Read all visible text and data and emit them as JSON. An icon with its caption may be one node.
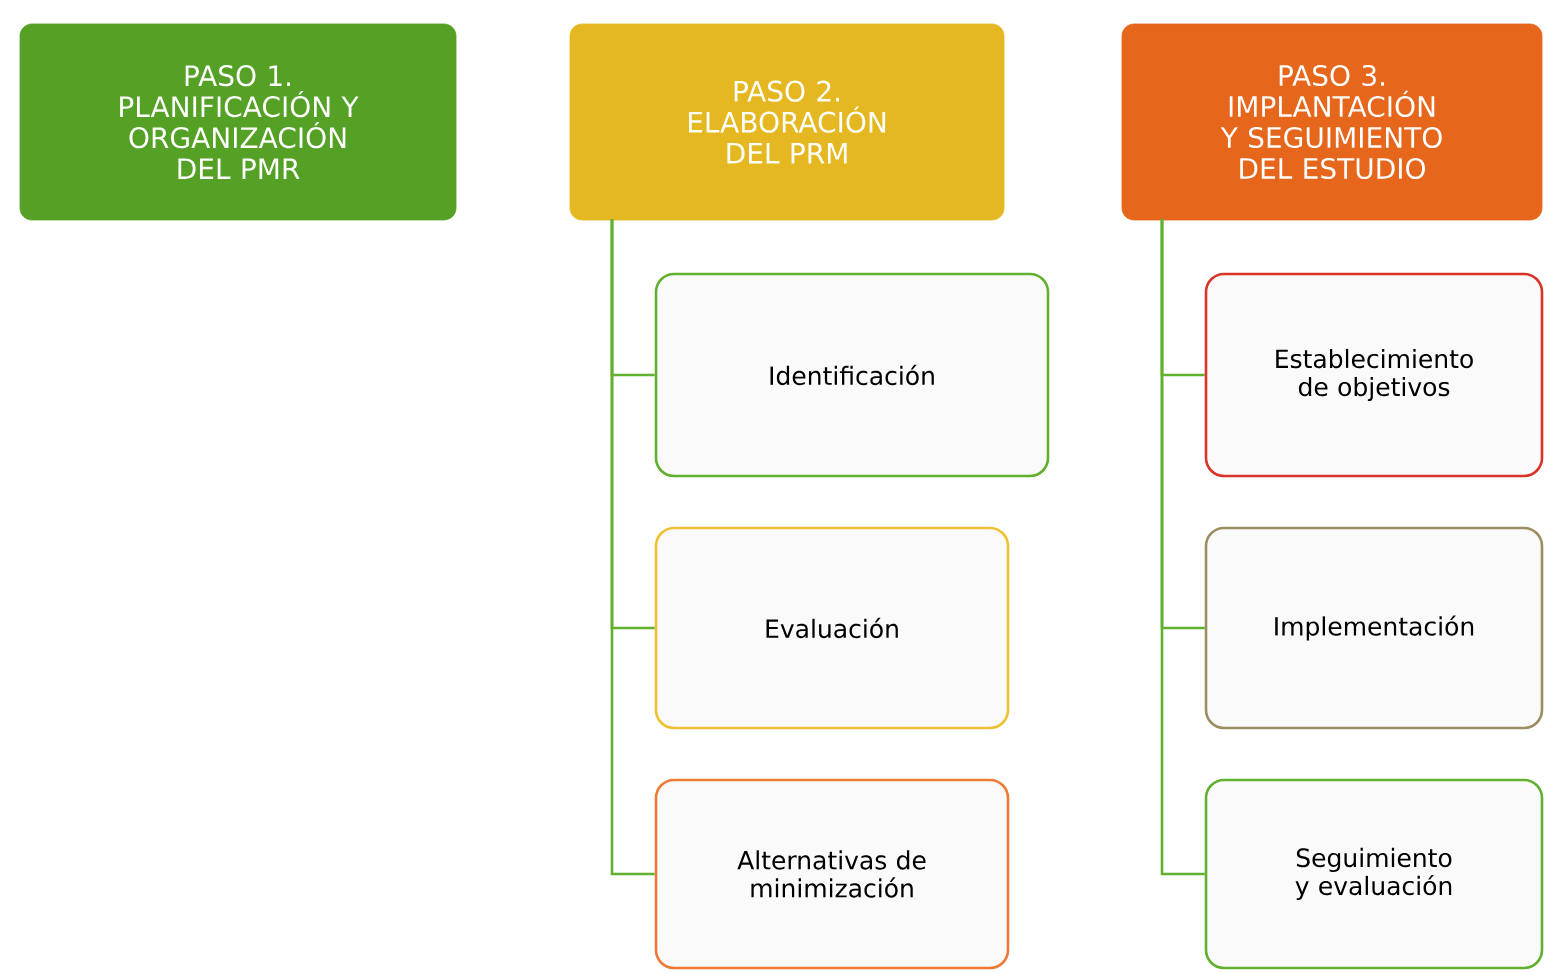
{
  "diagram": {
    "nodes": [
      {
        "text": [
          "PASO 1. PLANIFICACIÓN Y ORGANIZACIÓN DEL PMR"
        ]
      },
      {
        "text": [
          "PASO 2. ELABORACIÓN DEL PRM"
        ]
      },
      {
        "text": [
          "PASO 3. IMPLANTACIÓN Y SEGUIMIENTO DEL ESTUDIO"
        ]
      },
      {
        "text": [
          "Identificación"
        ]
      },
      {
        "text": [
          "Evaluación"
        ]
      },
      {
        "text": [
          "Alternativas de minimización"
        ]
      },
      {
        "text": [
          "Establecimiento de objetivos"
        ]
      },
      {
        "text": [
          "Implementación"
        ]
      },
      {
        "text": [
          "Seguimiento y evaluación"
        ]
      }
    ],
    "edges": [
      {
        "from": 1,
        "to": 3,
        "arrow": "none"
      },
      {
        "from": 1,
        "to": 4,
        "arrow": "none"
      },
      {
        "from": 1,
        "to": 5,
        "arrow": "none"
      },
      {
        "from": 2,
        "to": 6,
        "arrow": "none"
      },
      {
        "from": 2,
        "to": 7,
        "arrow": "none"
      },
      {
        "from": 2,
        "to": 8,
        "arrow": "none"
      }
    ]
  }
}
